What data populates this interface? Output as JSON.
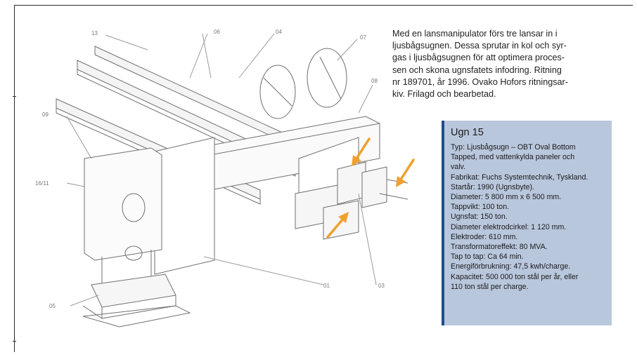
{
  "caption": {
    "text": "Med en lansmanipulator förs tre lansar in i\nljusbågsugnen. Dessa sprutar in kol och syr-\ngas i ljusbågsugnen för att optimera proces-\nsen och skona ugnsfatets infodring. Ritning\nnr 189701, år 1996. Ovako Hofors ritningsar-\nkiv. Frilagd och bearbetad."
  },
  "spec": {
    "title": "Ugn 15",
    "lines": [
      "Typ: Ljusbågsugn – OBT Oval Bottom",
      "Tapped, med vattenkylda paneler och",
      "valv.",
      "Fabrikat: Fuchs Systemtechnik, Tyskland.",
      "Startår: 1990 (Ugnsbyte).",
      "Diameter: 5 800 mm x 6 500 mm.",
      "Tappvikt: 100 ton.",
      "Ugnsfat: 150 ton.",
      "Diameter elektrodcirkel: 1 120 mm.",
      "Elektroder: 610 mm.",
      "Transformatoreffekt: 80 MVA.",
      "Tap to tap: Ca 64 min.",
      "Energiförbrukning: 47,5 kwh/charge.",
      "Kapacitet: 500 000 ton stål per år, eller",
      "110 ton stål per charge."
    ]
  },
  "drawing": {
    "labels": [
      "13",
      "06",
      "04",
      "07",
      "08",
      "09",
      "16/11",
      "01",
      "03",
      "05"
    ],
    "arrow_color": "#f0a030",
    "accent": "#1f4e8c"
  }
}
